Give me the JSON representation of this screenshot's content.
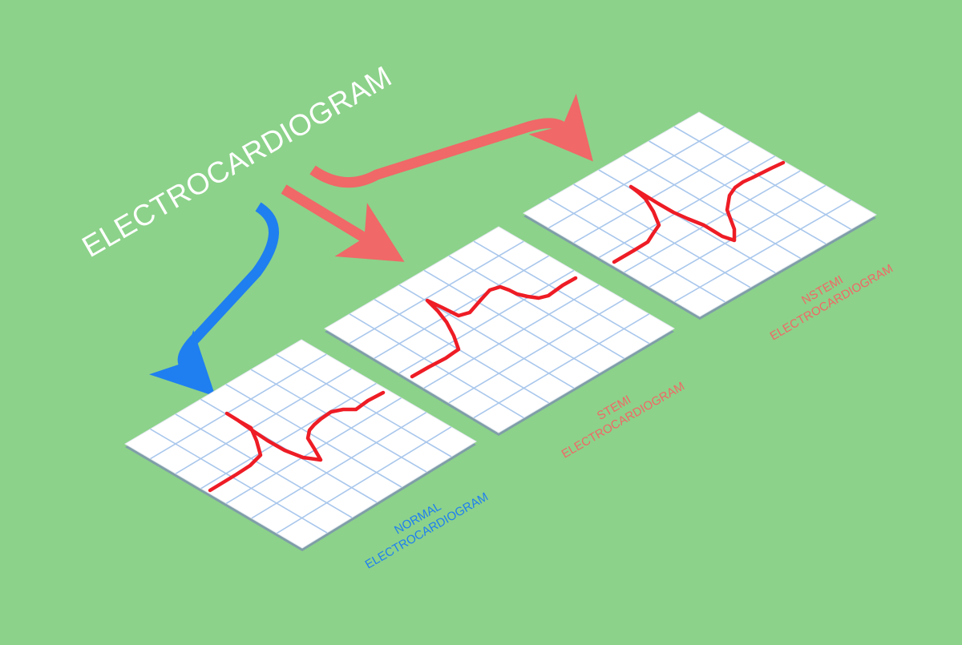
{
  "title": "ELECTROCARDIOGRAM",
  "colors": {
    "background": "#8cd28a",
    "paper": "#ffffff",
    "grid": "#a9c7ec",
    "trace": "#ee1c25",
    "normal": "#1f7ff0",
    "stemi": "#f06868",
    "nstemi": "#f06868",
    "title": "#ffffff"
  },
  "panels": [
    {
      "id": "normal",
      "label_line1": "NORMAL",
      "label_line2": "ELECTROCARDIOGRAM"
    },
    {
      "id": "stemi",
      "label_line1": "STEMI",
      "label_line2": "ELECTROCARDIOGRAM"
    },
    {
      "id": "nstemi",
      "label_line1": "NSTEMI",
      "label_line2": "ELECTROCARDIOGRAM"
    }
  ]
}
